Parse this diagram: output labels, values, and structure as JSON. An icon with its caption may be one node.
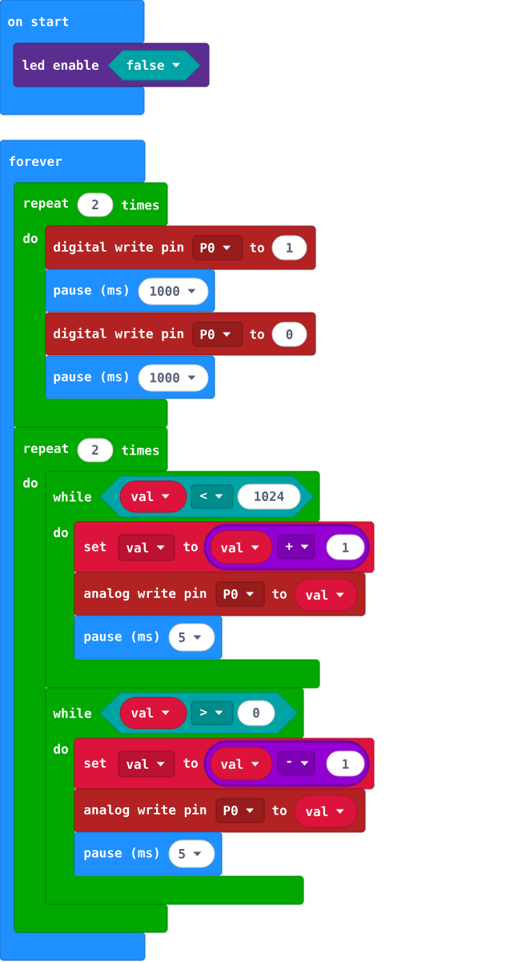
{
  "diagram": {
    "nodes": [
      {
        "text": [
          "on start"
        ]
      },
      {
        "text": [
          "led enable"
        ]
      },
      {
        "text": [
          "false"
        ],
        "in": 1
      },
      {
        "text": [
          "forever"
        ]
      },
      {
        "text": [
          "repeat",
          "times",
          "do"
        ],
        "in": 3
      },
      {
        "text": [
          "2"
        ],
        "in": 4
      },
      {
        "text": [
          "digital write pin",
          "to"
        ]
      },
      {
        "text": [
          "P0"
        ],
        "in": 6
      },
      {
        "text": [
          "1"
        ],
        "in": 6
      },
      {
        "text": [
          "pause (ms)"
        ]
      },
      {
        "text": [
          "1000"
        ],
        "in": 9
      },
      {
        "text": [
          "digital write pin",
          "to"
        ]
      },
      {
        "text": [
          "P0"
        ],
        "in": 11
      },
      {
        "text": [
          "0"
        ],
        "in": 11
      },
      {
        "text": [
          "pause (ms)"
        ]
      },
      {
        "text": [
          "1000"
        ],
        "in": 14
      },
      {
        "text": [
          "repeat",
          "times",
          "do"
        ],
        "in": 3
      },
      {
        "text": [
          "2"
        ],
        "in": 16
      },
      {
        "text": [
          "while",
          "do"
        ]
      },
      {
        "text": [],
        "shape": "hexagon",
        "in": 18
      },
      {
        "text": [
          "val"
        ],
        "in": 19
      },
      {
        "text": [
          "<"
        ],
        "in": 19
      },
      {
        "text": [
          "1024"
        ],
        "in": 19
      },
      {
        "text": [
          "set",
          "to"
        ]
      },
      {
        "text": [
          "val"
        ],
        "in": 23
      },
      {
        "text": [],
        "shape": "oval",
        "in": 23
      },
      {
        "text": [
          "val"
        ],
        "in": 25
      },
      {
        "text": [
          "+"
        ],
        "in": 25
      },
      {
        "text": [
          "1"
        ],
        "in": 25
      },
      {
        "text": [
          "analog write pin",
          "to"
        ]
      },
      {
        "text": [
          "P0"
        ],
        "in": 29
      },
      {
        "text": [
          "val"
        ],
        "in": 29
      },
      {
        "text": [
          "pause (ms)"
        ],
        "in": 18
      },
      {
        "text": [
          "5"
        ],
        "in": 32
      },
      {
        "text": [
          "while",
          "do"
        ]
      },
      {
        "text": [],
        "shape": "hexagon",
        "in": 34
      },
      {
        "text": [
          "val"
        ],
        "in": 35
      },
      {
        "text": [
          ">"
        ],
        "in": 35
      },
      {
        "text": [
          "0"
        ],
        "in": 35
      },
      {
        "text": [
          "set",
          "to"
        ]
      },
      {
        "text": [
          "val"
        ],
        "in": 39
      },
      {
        "text": [],
        "shape": "oval",
        "in": 39
      },
      {
        "text": [
          "val"
        ],
        "in": 41
      },
      {
        "text": [
          "-"
        ],
        "in": 41
      },
      {
        "text": [
          "1"
        ],
        "in": 41
      },
      {
        "text": [
          "analog write pin",
          "to"
        ]
      },
      {
        "text": [
          "P0"
        ],
        "in": 45
      },
      {
        "text": [
          "val"
        ],
        "in": 45
      },
      {
        "text": [
          "pause (ms)"
        ],
        "in": 34
      },
      {
        "text": [
          "5"
        ],
        "in": 48
      }
    ]
  }
}
